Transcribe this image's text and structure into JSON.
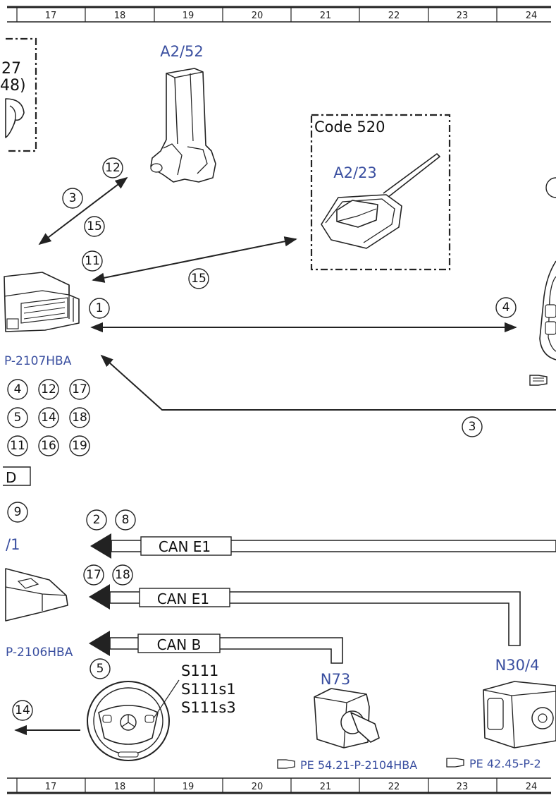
{
  "grid": {
    "columns": [
      "17",
      "18",
      "19",
      "20",
      "21",
      "22",
      "23",
      "24"
    ]
  },
  "components": {
    "top_left_partial_line1": "27",
    "top_left_partial_line2": "48)",
    "a2_52": "A2/52",
    "code_box_label": "Code 520",
    "a2_23": "A2/23",
    "left_ref_1": "P-2107HBA",
    "left_box_partial": "D",
    "left_label_partial": "/1",
    "left_ref_2": "P-2106HBA",
    "n73": "N73",
    "n30_4": "N30/4",
    "s111": "S111",
    "s111s1": "S111s1",
    "s111s3": "S111s3",
    "ref_n73": "PE 54.21-P-2104HBA",
    "ref_n30_4": "PE 42.45-P-2"
  },
  "buses": {
    "bus1": "CAN E1",
    "bus2": "CAN E1",
    "bus3": "CAN B"
  },
  "callouts": {
    "c12_top": "12",
    "c3_top": "3",
    "c15_top": "15",
    "c11": "11",
    "c15_mid": "15",
    "c1": "1",
    "c4_right": "4",
    "c3_mid": "3",
    "g4": "4",
    "g12": "12",
    "g17": "17",
    "g5": "5",
    "g14": "14",
    "g18": "18",
    "g11": "11",
    "g16": "16",
    "g19": "19",
    "c9": "9",
    "c2": "2",
    "c8": "8",
    "c17": "17",
    "c18": "18",
    "c5": "5",
    "c14": "14"
  },
  "icons": {
    "ref_hand": "pointing-hand-icon"
  }
}
